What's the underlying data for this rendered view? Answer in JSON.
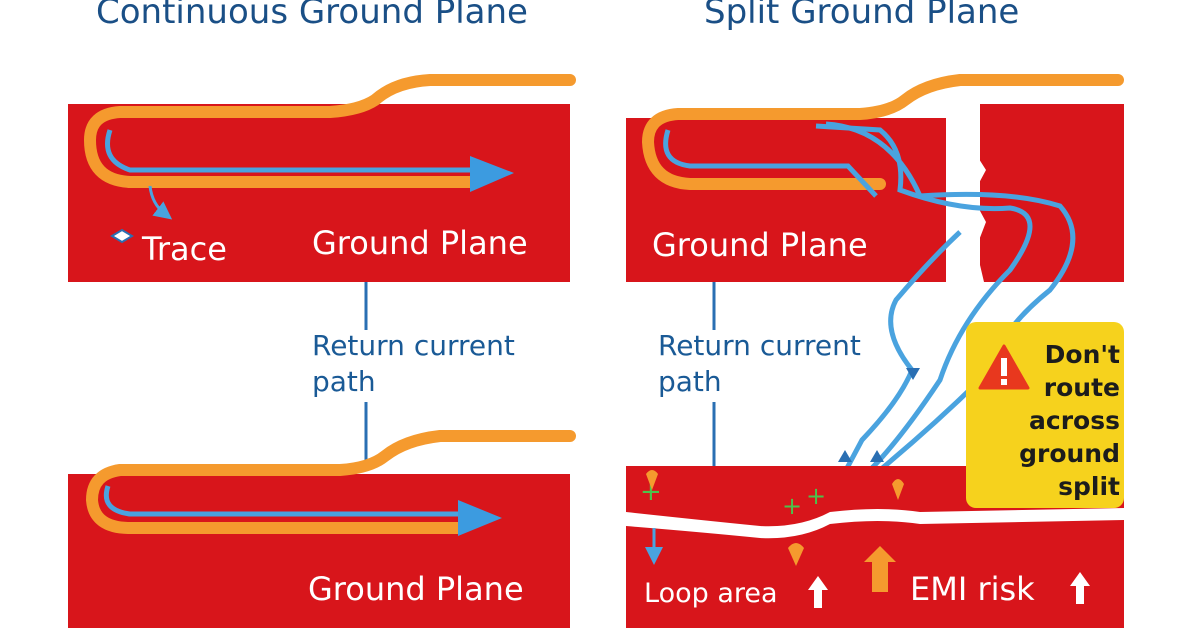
{
  "panels": {
    "continuous": {
      "title": "Continuous Ground Plane",
      "trace_label": "Trace",
      "ground_label_top": "Ground Plane",
      "return_label_line1": "Return current",
      "return_label_line2": "path",
      "ground_label_bottom": "Ground Plane"
    },
    "split": {
      "title": "Split Ground Plane",
      "ground_label": "Ground Plane",
      "return_label_line1": "Return current",
      "return_label_line2": "path",
      "loop_label": "Loop area",
      "emi_label": "EMI risk",
      "warning": {
        "line1": "Don't",
        "line2": "route",
        "line3": "across",
        "line4": "ground",
        "line5": "split"
      }
    }
  },
  "colors": {
    "plane_red": "#d8151b",
    "trace_orange": "#f59a2e",
    "current_blue": "#4aa3df",
    "title_blue": "#1a4f86",
    "warning_yellow": "#f6d21d"
  },
  "icons": [
    "warning-triangle-icon",
    "up-arrow-icon",
    "arrow-right-icon"
  ]
}
